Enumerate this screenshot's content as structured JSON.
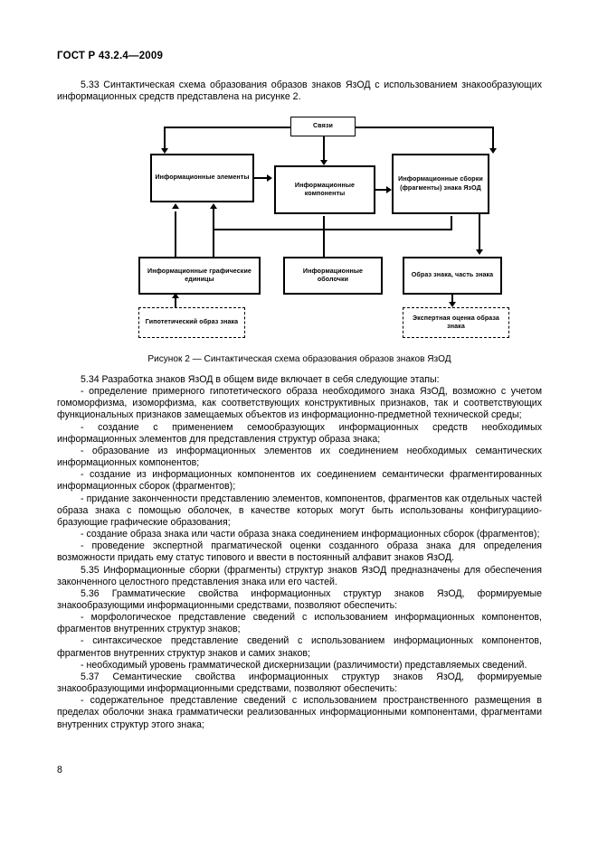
{
  "document": {
    "standard_header": "ГОСТ Р 43.2.4—2009",
    "page_number": "8"
  },
  "intro": {
    "paragraph_533": "5.33  Синтактическая схема образования образов знаков ЯзОД с использованием знакообразующих информационных средств представлена на рисунке 2."
  },
  "figure": {
    "caption": "Рисунок 2 — Синтактическая схема образования образов знаков ЯзОД",
    "boxes": {
      "links": "Связи",
      "info_elements": "Информационные элементы",
      "info_components": "Информационные компоненты",
      "info_assemblies": "Информационные сборки (фрагменты) знака ЯзОД",
      "graphic_units": "Информационные графические единицы",
      "info_shells": "Информационные оболочки",
      "sign_image": "Образ знака, часть знака",
      "hypothetical_image": "Гипотетический образ знака",
      "expert_evaluation": "Экспертная оценка образа знака"
    }
  },
  "sections": {
    "p_534_intro": "5.34  Разработка знаков ЯзОД в общем виде включает в себя следующие этапы:",
    "p_534_a": "- определение примерного гипотетического образа необходимого знака ЯзОД, возможно с учетом гомоморфизма, изоморфизма, как соответствующих конструктивных признаков, так и соответствующих функциональных признаков замещаемых объектов из информационно-предметной технической среды;",
    "p_534_b": "- создание с применением семообразующих информационных средств необходимых информационных элементов для представления структур образа знака;",
    "p_534_c": "- образование из информационных элементов их соединением необходимых семантических информационных компонентов;",
    "p_534_d": "- создание из информационных компонентов их соединением семантически фрагментированных информационных сборок (фрагментов);",
    "p_534_e": "- придание законченности представлению элементов, компонентов, фрагментов как отдельных частей образа знака с помощью оболочек, в качестве которых могут быть использованы конфигурациио-бразующие графические образования;",
    "p_534_f": "- создание образа знака или части образа знака соединением информационных сборок (фрагментов);",
    "p_534_g": "- проведение экспертной прагматической оценки созданного образа знака для определения возможности придать ему статус типового и ввести в постоянный алфавит знаков ЯзОД.",
    "p_535": "5.35  Информационные сборки (фрагменты) структур знаков ЯзОД предназначены для обеспечения законченного целостного представления знака или его частей.",
    "p_536_intro": "5.36  Грамматические свойства информационных структур знаков ЯзОД, формируемые знакообразующими информационными средствами, позволяют обеспечить:",
    "p_536_a": "- морфологическое представление сведений с использованием информационных компонентов, фрагментов внутренних структур знаков;",
    "p_536_b": "- синтаксическое представление сведений с использованием информационных компонентов, фрагментов внутренних структур знаков и самих знаков;",
    "p_536_c": "- необходимый уровень грамматической дискернизации (различимости) представляемых сведений.",
    "p_537_intro": "5.37  Семантические свойства информационных структур знаков ЯзОД, формируемые знакообразующими информационными средствами, позволяют обеспечить:",
    "p_537_a": "- содержательное представление сведений с использованием пространственного размещения в пределах оболочки знака грамматически реализованных информационными компонентами, фрагментами внутренних структур этого знака;"
  }
}
